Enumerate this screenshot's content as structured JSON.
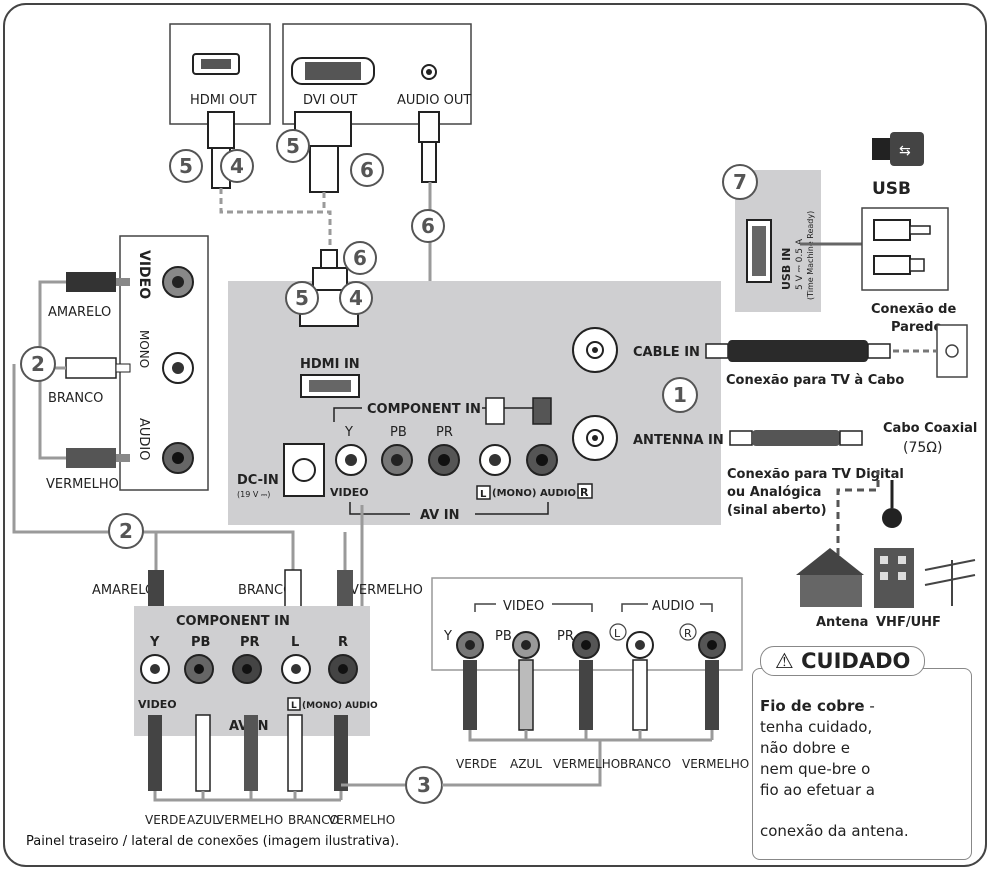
{
  "labels": {
    "hdmi_out": "HDMI OUT",
    "dvi_out": "DVI OUT",
    "audio_out": "AUDIO OUT",
    "usb_title": "USB",
    "usb_in": "USB IN",
    "usb_spec": "5 V ⎓ 0.5 A",
    "usb_note": "(Time Machine Ready)",
    "conexao_parede_1": "Conexão de",
    "conexao_parede_2": "Parede",
    "hdmi_in": "HDMI IN",
    "component_in": "COMPONENT IN",
    "y": "Y",
    "pb": "PB",
    "pr": "PR",
    "dc_in": "DC-IN",
    "dc_spec": "(19 V ⎓)",
    "video": "VIDEO",
    "mono_audio": "(MONO) AUDIO",
    "l": "L",
    "r": "R",
    "av_in": "AV  IN",
    "cable_in": "CABLE IN",
    "antenna_in": "ANTENNA IN",
    "conexao_tv_cabo": "Conexão para TV à Cabo",
    "cabo_coaxial_1": "Cabo Coaxial",
    "cabo_coaxial_2": "(75Ω)",
    "conexao_digital_1": "Conexão para TV Digital",
    "conexao_digital_2": "ou Analógica",
    "conexao_digital_3": "(sinal aberto)",
    "antena": "Antena",
    "vhf_uhf": "VHF/UHF",
    "amarelo": "AMARELO",
    "branco": "BRANCO",
    "vermelho": "VERMELHO",
    "side_video": "VIDEO",
    "side_mono": "MONO",
    "side_audio": "AUDIO",
    "verde": "VERDE",
    "azul": "AZUL",
    "audio": "AUDIO",
    "l_circle": "L",
    "r_circle": "R"
  },
  "numbers": {
    "n1": "1",
    "n2": "2",
    "n3": "3",
    "n4": "4",
    "n5": "5",
    "n6": "6",
    "n7": "7"
  },
  "caution": {
    "title": "CUIDADO",
    "bold_part": "Fio de cobre",
    "rest_line1": " - tenha",
    "lines": "cuidado, não dobre e nem que-bre o fio ao efetuar a",
    "last_line": "conexão da antena."
  },
  "footnote": "Painel traseiro / lateral de conexões (imagem ilustrativa).",
  "colors": {
    "panel_grey": "#cfcfd1",
    "border": "#555555",
    "number_fill": "#555555"
  }
}
